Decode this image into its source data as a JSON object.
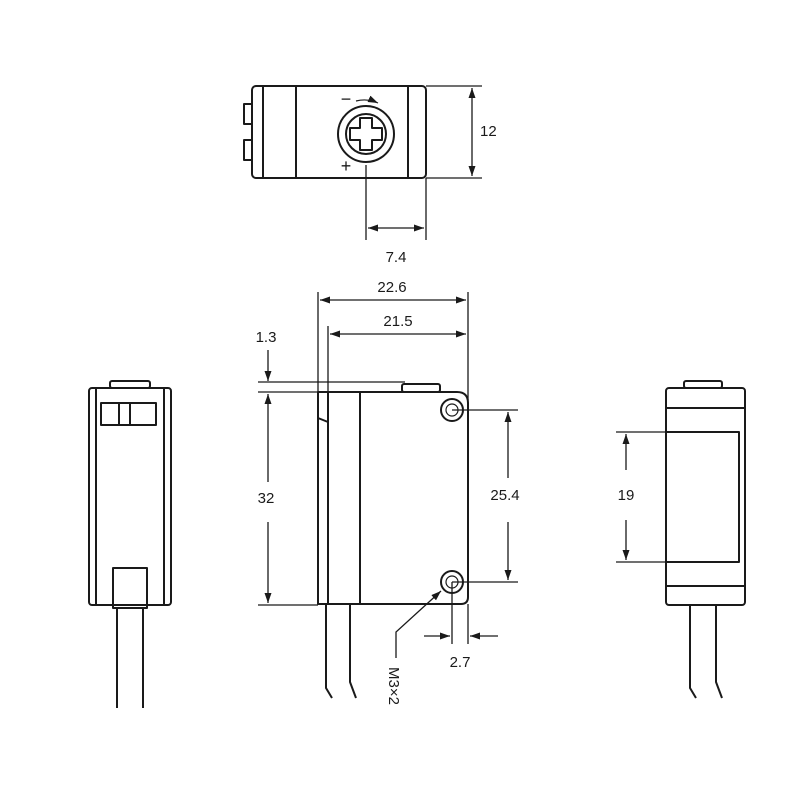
{
  "dimensions": {
    "top_height": "12",
    "screw_offset": "7.4",
    "overall_width": "22.6",
    "body_width": "21.5",
    "step": "1.3",
    "height": "32",
    "hole_pitch": "25.4",
    "hole_edge": "2.7",
    "hole_callout": "M3×2",
    "lens_height": "19"
  },
  "adjuster": {
    "minus": "−",
    "plus": "+"
  }
}
